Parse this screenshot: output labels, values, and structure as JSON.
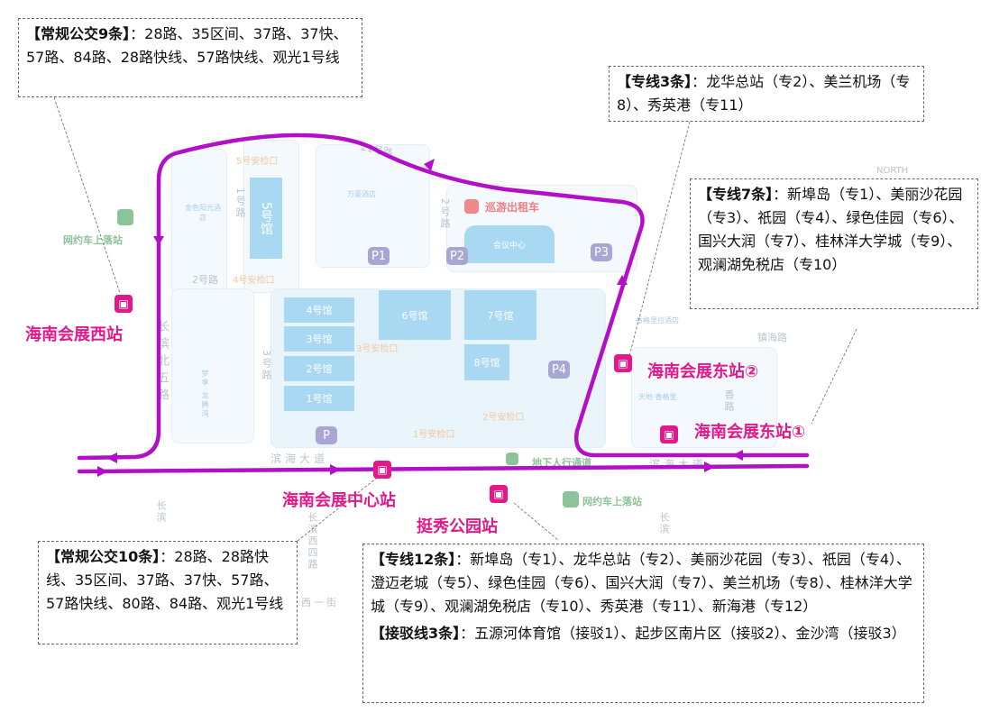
{
  "boxes": {
    "regular9": {
      "title": "【常规公交9条】",
      "text": "：28路、35区间、37路、37快、57路、84路、28路快线、57路快线、观光1号线"
    },
    "special3": {
      "title": "【专线3条】",
      "text": "：龙华总站（专2）、美兰机场（专8）、秀英港（专11）"
    },
    "special7": {
      "title": "【专线7条】",
      "text": "：新埠岛（专1）、美丽沙花园（专3）、祇园（专4）、绿色佳园（专6）、国兴大润（专7）、桂林洋大学城（专9）、观澜湖免税店（专10）"
    },
    "regular10": {
      "title": "【常规公交10条】",
      "text": "：28路、28路快线、35区间、37路、37快、57路、57路快线、80路、84路、观光1号线"
    },
    "special12": {
      "title": "【专线12条】",
      "text": "：新埠岛（专1）、龙华总站（专2）、美丽沙花园（专3）、祇园（专4）、澄迈老城（专5）、绿色佳园（专6）、国兴大润（专7）、美兰机场（专8）、桂林洋大学城（专9）、观澜湖免税店（专10）、秀英港（专11）、新海港（专12）"
    },
    "shuttle3": {
      "title": "【接驳线3条】",
      "text": "：五源河体育馆（接驳1）、起步区南片区（接驳2）、金沙湾（接驳3）"
    }
  },
  "stations": {
    "west": "海南会展西站",
    "center": "海南会展中心站",
    "park": "挺秀公园站",
    "east2": "海南会展东站②",
    "east1": "海南会展东站①"
  },
  "halls": {
    "h1": "1号馆",
    "h2": "2号馆",
    "h3": "3号馆",
    "h4": "4号馆",
    "h5": "5号馆",
    "h6": "6号馆",
    "h7": "7号馆",
    "h8": "8号馆",
    "conf": "会议中心"
  },
  "parking": {
    "p": "P",
    "p1": "P1",
    "p2": "P2",
    "p3": "P3",
    "p4": "P4"
  },
  "checkpoints": {
    "c1": "1号安检口",
    "c2": "2号安检口",
    "c3": "3号安检口",
    "c4": "4号安检口",
    "c5": "5号安检口"
  },
  "roads": {
    "r1": "1号路",
    "r2": "2号路",
    "r2h": "2号路",
    "r3": "3号路",
    "r21": "21号路",
    "binhai": "滨海大道",
    "binhai2": "滨海大道",
    "changbin": "长滨北五路",
    "zhenhai": "镇海路",
    "xiang": "香路",
    "xi1": "西一街",
    "changbin2": "长滨",
    "changbin3": "长滨",
    "changbin4": "长滨西四路"
  },
  "places": {
    "hotel1": "金色阳光酒店",
    "hotel2": "万豪酒店",
    "hotel3": "梦享·龙腾湾",
    "hotel4": "香格里拉酒店",
    "tiandi": "天地·香格里",
    "taxi": "巡游出租车",
    "ride1": "网约车上落站",
    "ride2": "网约车上落站",
    "underpass": "地下人行通道",
    "north": "NORTH"
  },
  "colors": {
    "route": "#b40fc8",
    "station": "#e2198a"
  }
}
